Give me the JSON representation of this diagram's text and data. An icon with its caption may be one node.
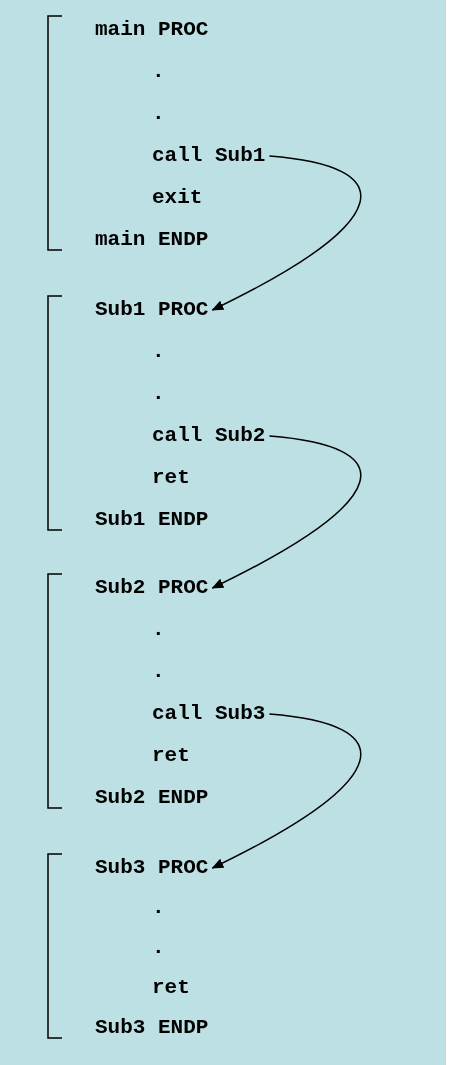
{
  "diagram": {
    "nodes": [
      {
        "text": [
          "call Sub1"
        ]
      },
      {
        "text": [
          "Sub1 PROC"
        ]
      },
      {
        "text": [
          "call Sub2"
        ]
      },
      {
        "text": [
          "Sub2 PROC"
        ]
      },
      {
        "text": [
          "call Sub3"
        ]
      },
      {
        "text": [
          "Sub3 PROC"
        ]
      }
    ],
    "edges": [
      {
        "from": 0,
        "to": 1,
        "arrow": "to"
      },
      {
        "from": 2,
        "to": 3,
        "arrow": "to"
      },
      {
        "from": 4,
        "to": 5,
        "arrow": "to"
      }
    ],
    "labels": [
      "main PROC",
      ".",
      ".",
      "exit",
      "main ENDP",
      ".",
      ".",
      "ret",
      "Sub1 ENDP",
      ".",
      ".",
      "ret",
      "Sub2 ENDP",
      ".",
      ".",
      "ret",
      "Sub3 ENDP"
    ]
  }
}
